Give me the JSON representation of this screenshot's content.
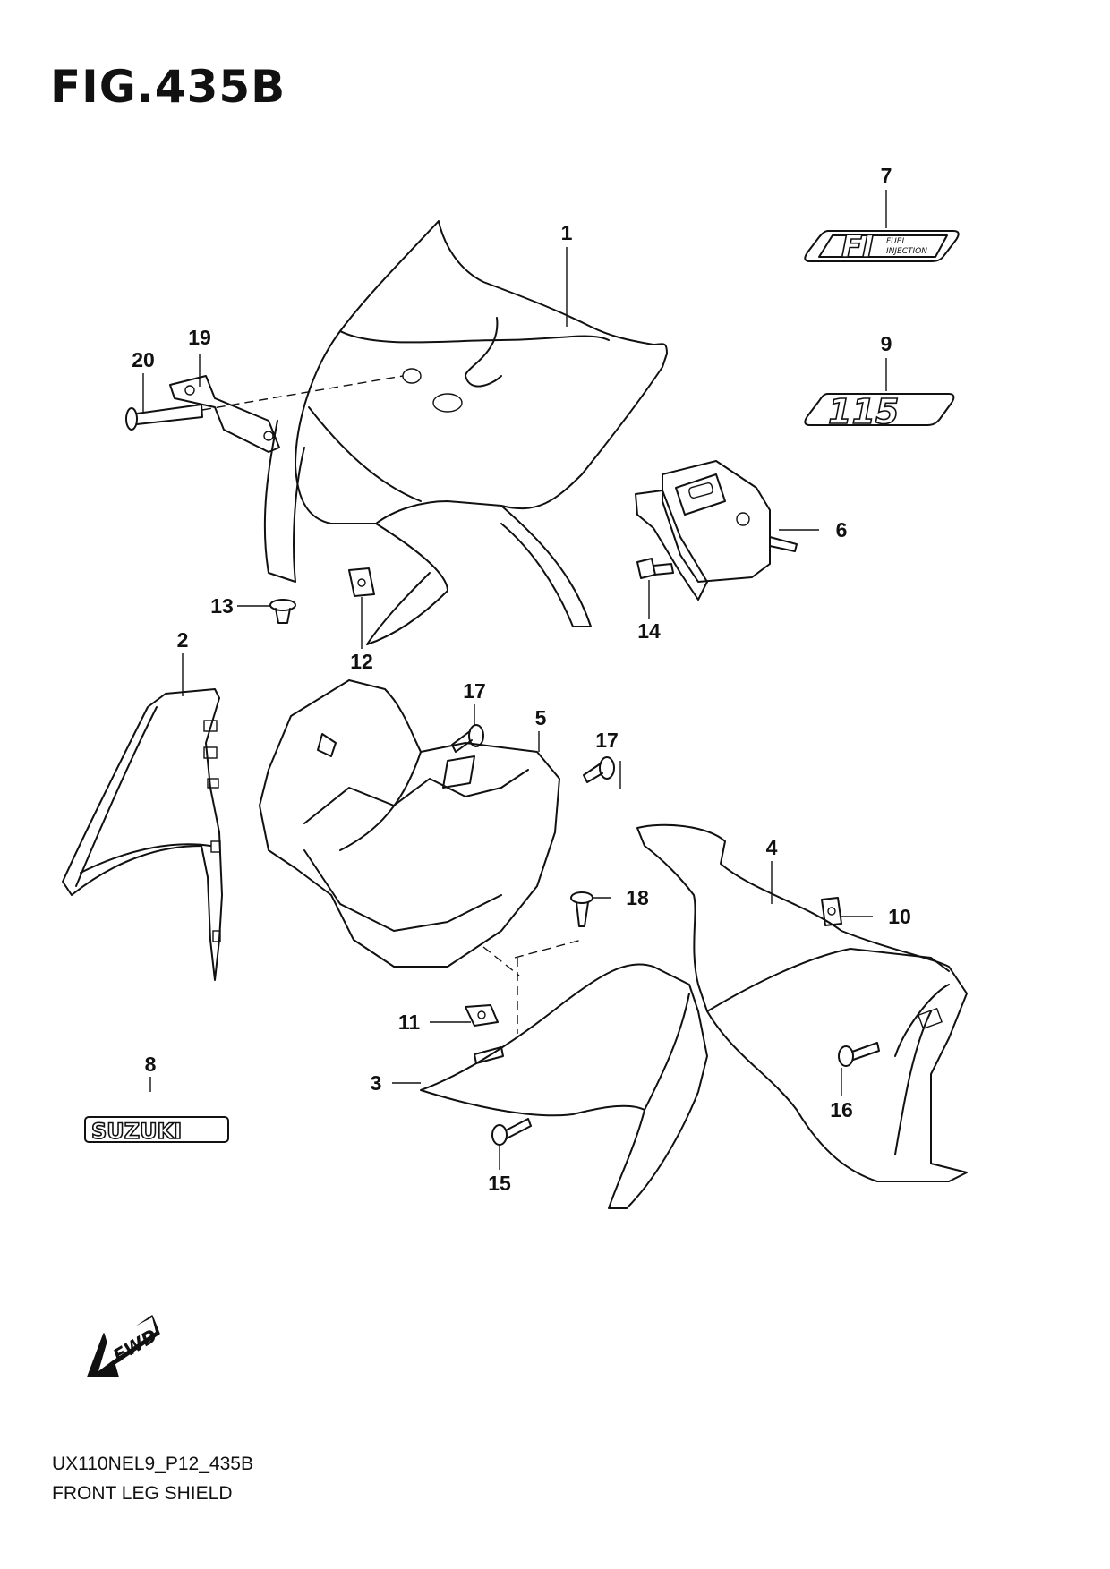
{
  "figure": {
    "title": "FIG.435B",
    "code": "UX110NEL9_P12_435B",
    "name": "FRONT LEG SHIELD"
  },
  "callouts": [
    "1",
    "2",
    "3",
    "4",
    "5",
    "6",
    "7",
    "8",
    "9",
    "10",
    "11",
    "12",
    "13",
    "14",
    "15",
    "16",
    "17",
    "17",
    "18",
    "19",
    "20"
  ],
  "emblems": {
    "fi_main": "FI",
    "fi_line1": "FUEL",
    "fi_line2": "INJECTION",
    "model_number": "115",
    "brand": "SUZUKI",
    "direction": "FWD"
  }
}
